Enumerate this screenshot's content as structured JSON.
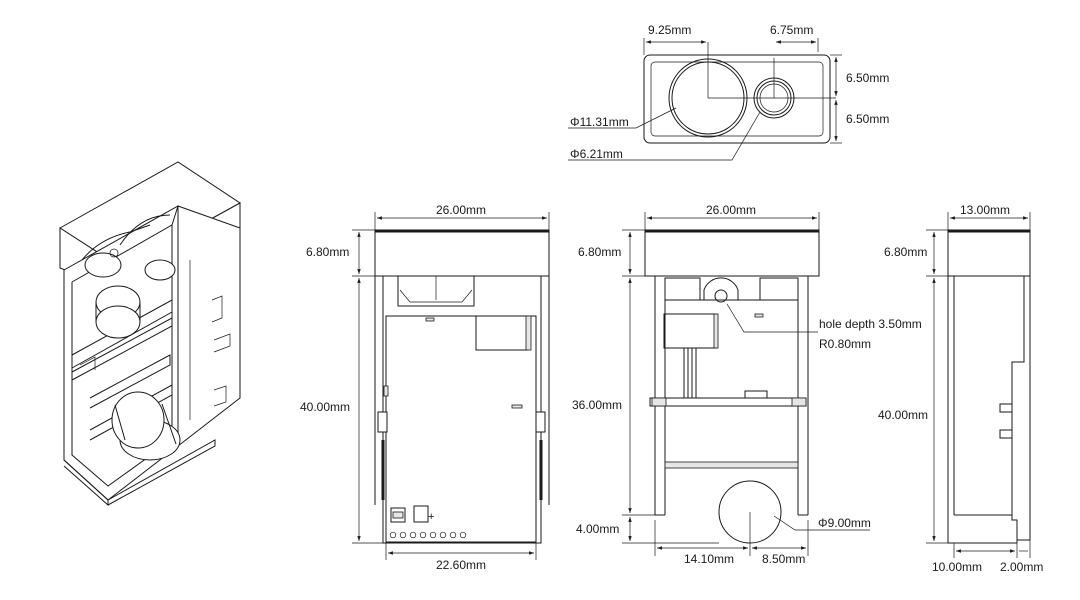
{
  "colors": {
    "line": "#1a1a1a",
    "background": "#ffffff"
  },
  "top_view": {
    "width_left": "9.25mm",
    "width_right": "6.75mm",
    "height_top": "6.50mm",
    "height_bottom": "6.50mm",
    "dia_large": "Φ11.31mm",
    "dia_small": "Φ6.21mm"
  },
  "front_view": {
    "width": "26.00mm",
    "cap_height": "6.80mm",
    "body_height": "40.00mm",
    "bottom_width": "22.60mm"
  },
  "back_view": {
    "width": "26.00mm",
    "cap_height": "6.80mm",
    "height_36": "36.00mm",
    "height_4": "4.00mm",
    "hole_depth": "hole depth 3.50mm",
    "hole_radius": "R0.80mm",
    "dia_9": "Φ9.00mm",
    "offset_left": "14.10mm",
    "offset_right": "8.50mm"
  },
  "side_view": {
    "width": "13.00mm",
    "cap_height": "6.80mm",
    "body_height": "40.00mm",
    "bottom_left": "10.00mm",
    "bottom_right": "2.00mm"
  }
}
